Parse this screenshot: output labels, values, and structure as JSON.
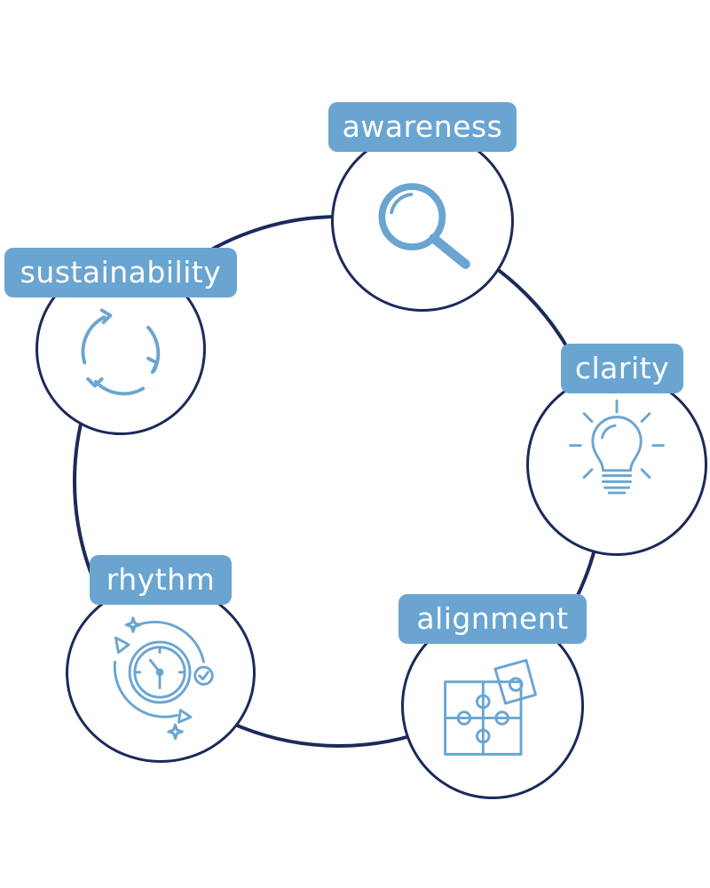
{
  "colors": {
    "ring": "#1c2a5a",
    "accent": "#6aa5d1",
    "background": "#ffffff"
  },
  "nodes": [
    {
      "id": "awareness",
      "label": "awareness",
      "icon": "magnifying-glass-icon"
    },
    {
      "id": "clarity",
      "label": "clarity",
      "icon": "lightbulb-icon"
    },
    {
      "id": "alignment",
      "label": "alignment",
      "icon": "puzzle-pieces-icon"
    },
    {
      "id": "rhythm",
      "label": "rhythm",
      "icon": "clock-cycle-icon"
    },
    {
      "id": "sustainability",
      "label": "sustainability",
      "icon": "refresh-cycle-icon"
    }
  ]
}
